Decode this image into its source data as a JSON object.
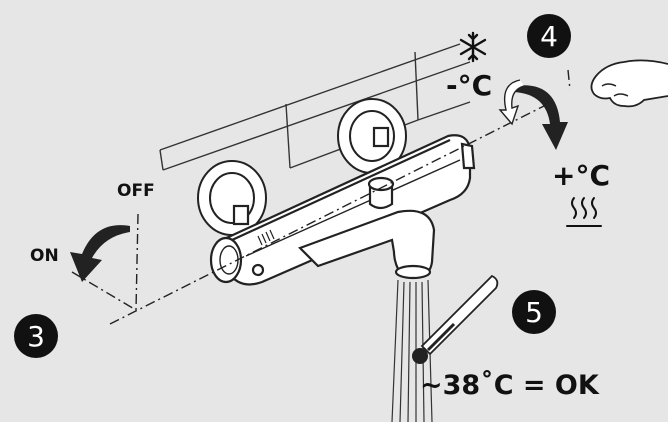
{
  "steps": {
    "step3": "3",
    "step4": "4",
    "step5": "5"
  },
  "labels": {
    "off": "OFF",
    "on": "ON",
    "cold": "-°C",
    "hot": "+°C",
    "result": "~38˚C = OK"
  },
  "icons": {
    "cold": "snowflake-icon",
    "hot": "heat-waves-icon",
    "hand": "hand-icon",
    "thermometer": "thermometer-icon"
  },
  "colors": {
    "background": "#e6e6e6",
    "ink": "#111111",
    "white": "#ffffff"
  }
}
